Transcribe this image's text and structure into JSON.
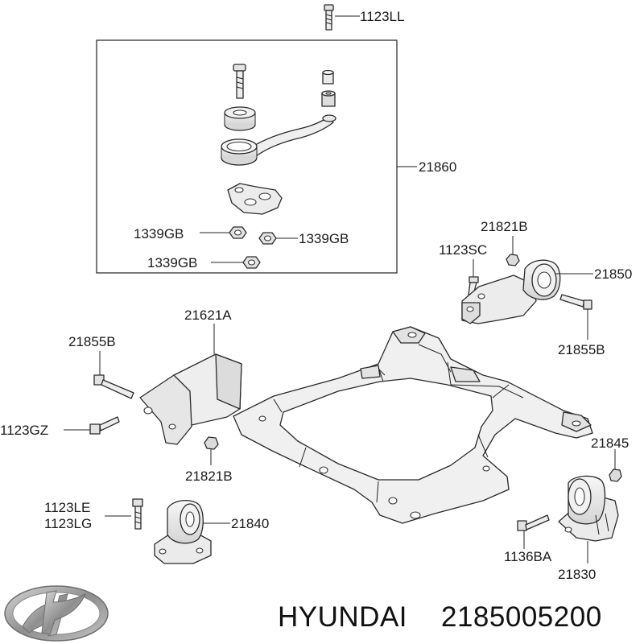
{
  "labels": {
    "p1123LL": "1123LL",
    "p21860": "21860",
    "p1339GB_a": "1339GB",
    "p1339GB_b": "1339GB",
    "p1339GB_c": "1339GB",
    "p21821B_top": "21821B",
    "p1123SC": "1123SC",
    "p21850": "21850",
    "p21855B_right": "21855B",
    "p21621A": "21621A",
    "p21855B_left": "21855B",
    "p1123GZ": "1123GZ",
    "p21821B_bottom": "21821B",
    "p21845": "21845",
    "p1123LE": "1123LE",
    "p1123LG": "1123LG",
    "p21840": "21840",
    "p1136BA": "1136BA",
    "p21830": "21830"
  },
  "caption": {
    "brand": "HYUNDAI",
    "part_number": "2185005200"
  },
  "colors": {
    "line": "#222222",
    "part_fill": "#e9e9e9",
    "part_fill_light": "#f3f3f3",
    "logo_silver": "#9a9a9a"
  },
  "icons": {
    "logo": "hyundai-logo-icon"
  }
}
